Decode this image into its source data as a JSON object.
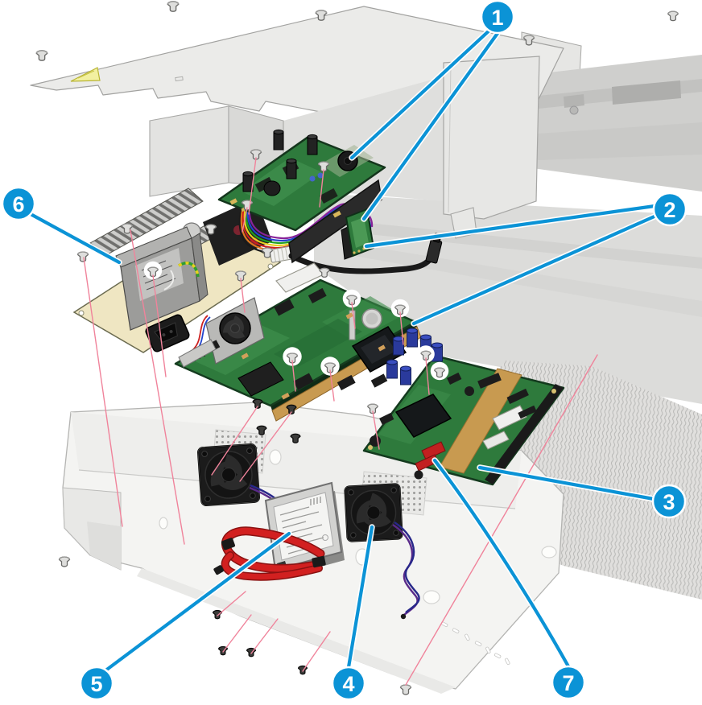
{
  "diagram": {
    "kind": "exploded-parts-diagram",
    "callouts": [
      {
        "label": "1"
      },
      {
        "label": "2"
      },
      {
        "label": "3"
      },
      {
        "label": "4"
      },
      {
        "label": "5"
      },
      {
        "label": "6"
      },
      {
        "label": "7"
      }
    ],
    "colors": {
      "callout_fill": "#0b93d6",
      "leader": "#0b93d6",
      "screw_guide": "#f0839b",
      "pcb": "#2e7a3c",
      "pcb_dark_edge": "#143a1e",
      "gold_edge": "#c89a50",
      "warning_yellow": "#f2f0a0",
      "red_cable": "#d22020",
      "chassis_gray": "#d6d6d4",
      "tray_white": "#f4f4f2"
    }
  }
}
